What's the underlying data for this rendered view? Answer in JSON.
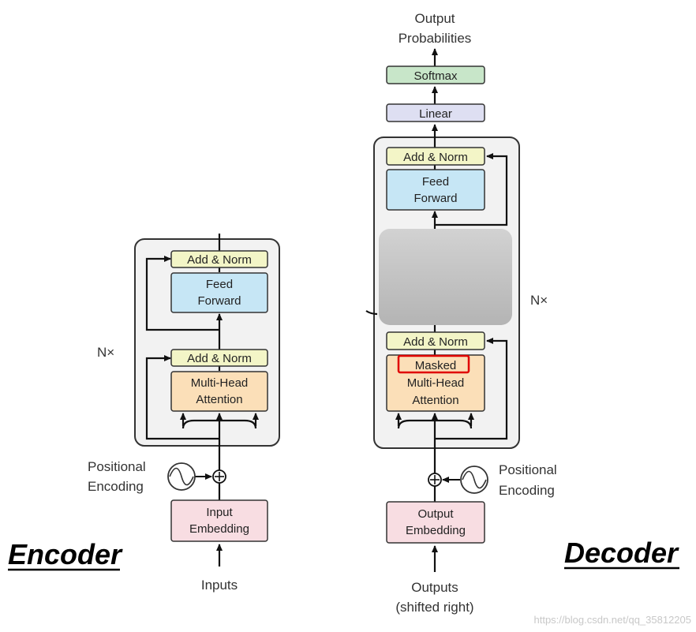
{
  "encoder": {
    "title": "Encoder",
    "repeat_label": "N×",
    "add_norm_top": "Add & Norm",
    "feed_forward": [
      "Feed",
      "Forward"
    ],
    "add_norm_bottom": "Add & Norm",
    "attention": [
      "Multi-Head",
      "Attention"
    ],
    "positional_encoding": [
      "Positional",
      "Encoding"
    ],
    "embedding": [
      "Input",
      "Embedding"
    ],
    "input_label": "Inputs"
  },
  "decoder": {
    "title": "Decoder",
    "repeat_label": "N×",
    "output_label": [
      "Output",
      "Probabilities"
    ],
    "softmax": "Softmax",
    "linear": "Linear",
    "add_norm_top": "Add & Norm",
    "feed_forward": [
      "Feed",
      "Forward"
    ],
    "add_norm_bottom": "Add & Norm",
    "masked_label": "Masked",
    "attention": [
      "Multi-Head",
      "Attention"
    ],
    "positional_encoding": [
      "Positional",
      "Encoding"
    ],
    "embedding": [
      "Output",
      "Embedding"
    ],
    "input_label": [
      "Outputs",
      "(shifted right)"
    ]
  },
  "watermark": "https://blog.csdn.net/qq_35812205",
  "colors": {
    "add_norm": "#f3f5c7",
    "feed_forward": "#c6e6f5",
    "attention": "#fbdfb8",
    "embedding": "#f8dde2",
    "softmax": "#c8e6c9",
    "linear": "#dedff2",
    "stack_bg": "#f2f2f2",
    "mask_cover": "#c0c0c0",
    "highlight": "#e00000"
  }
}
